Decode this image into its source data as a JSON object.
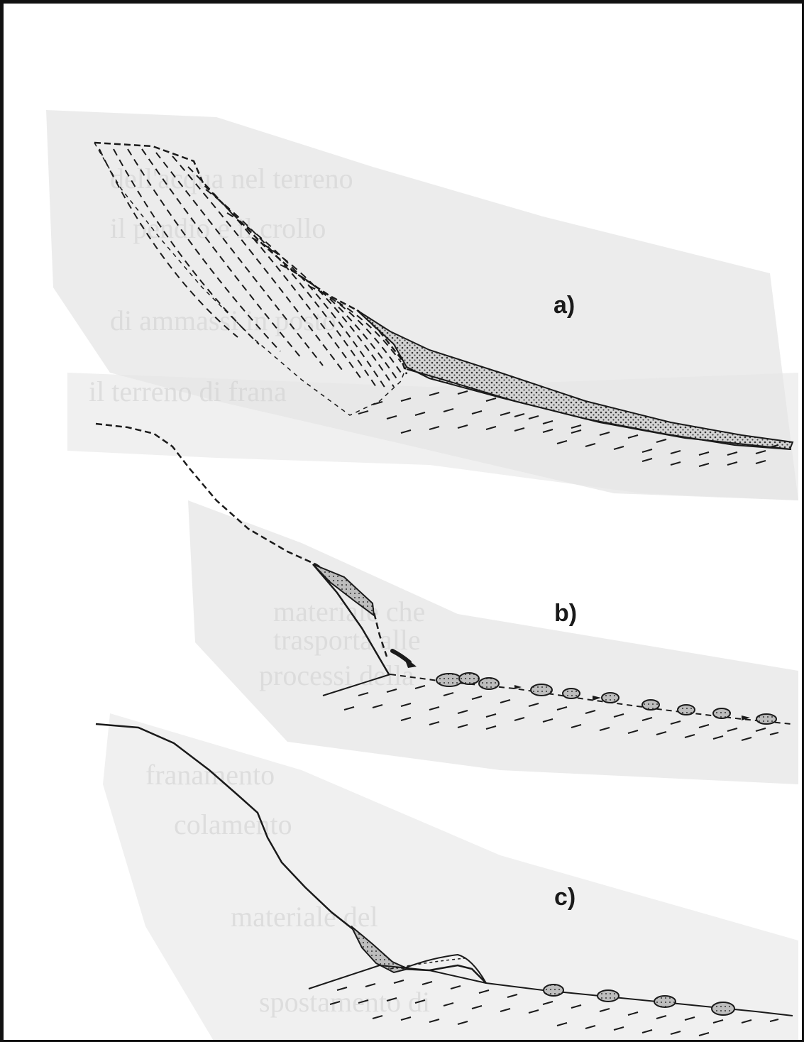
{
  "figure": {
    "panels": [
      {
        "id": "a",
        "label": "a)"
      },
      {
        "id": "b",
        "label": "b)"
      },
      {
        "id": "c",
        "label": "c)"
      }
    ],
    "colors": {
      "ink": "#1a1a1a",
      "paper": "#ffffff",
      "bleed_through": "#dcdcdc",
      "stipple_fill": "#b5b5b5"
    }
  }
}
